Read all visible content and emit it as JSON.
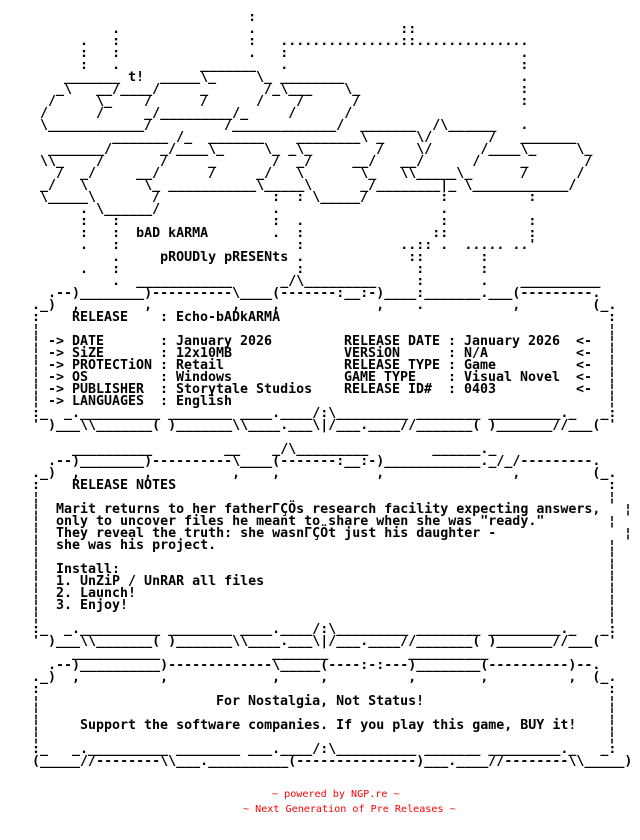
{
  "art": {
    "lines": [
      "",
      "                               :",
      "              .                .                  ::",
      "          .   :                :   ...............::..............",
      "          :   :                .   :                             .",
      "          :   .          _______   .                             :",
      "        _______ t!  _____\\_     \\_ ________                      .",
      "       _\\   __/____/     _       /_\\___    \\_                    :",
      "      /     \\_    /      /      /    /      /                    :",
      "     /      /     _/_________/_     /      /",
      "     \\____________/         /_____________/  _______  /\\______   .",
      "              _______ /_  _______    ________\\ _    \\/       /   _______",
      "      _______/      _/____\\_     \\_ _\\_        /    \\/      /____\\_     \\_",
      "     \\\\_    /       /     _       /  _/     __/   __/      /     _       /",
      "       /  _/     __/      /     _/   \\       \\_   \\\\_____\\_      /      /",
      "     _/   \\       \\_ ___________\\_____\\      _/________|_ \\____________/",
      "     \\_____\\       /              :  : \\_____/         :          :",
      "          . \\______/              .                    .",
      "          :   :                   :  .                 :          :",
      "          :   :  bAD kARMA        .  :                ::          :",
      "          .   :                      :            ..:: .  ..... ..'",
      "              .     pROUDly pRESENts .             ::       :",
      "          .   :                      :              :       :",
      "              .  ____________      _/\\_________     :       .    __________",
      "      .--)________)----------\\____(-------:__:-)____:_______.___(---------.",
      "    ._)  ,        ,          ,    ,            ,    .           ,         (_.",
      "",
      "",
      "",
      "",
      "",
      "",
      "",
      "",
      "    :_  _.__________ ________ ____.____/:\\_________ ________ _________._   _:",
      "    ' )___\\\\_______( )_______\\\\____.___\\|/___.____//_______( )_______//___( '",
      "",
      "         __________         __    _/\\_________        ______._",
      "      .--)________)----------\\____(-------:__:-)____________._/_/---------.",
      "    ._)  ,        ,          ,    ,            ,                ,         (_.",
      "",
      "",
      "",
      "",
      "",
      "",
      "",
      "",
      "",
      "",
      "",
      "",
      "    :_  _.__________ ________ ____.____/:\\_________ ________ _________._   _:",
      "    ' )___\\\\_______( )_______\\\\____.___\\|/___.____//_______( )_______//___( '",
      "         ___________              _______          __________",
      "      .--)__________)-------------\\_____(----:-:---)________(----------)--.",
      "    ._)  ,          ,             ,     ,          ,        ,          ,  (_.",
      "",
      "",
      "",
      "",
      "",
      "    :_   _.__________ ________ ___.____/:\\__________ _______ _________._   _:",
      "    (_____//--------\\\\___.__________(---------------)___.____//--------\\\\_____)"
    ]
  },
  "release_box": {
    "side_left": [
      ":",
      "¦",
      "¦",
      "¦",
      "¦",
      "¦",
      "¦",
      "¦"
    ],
    "side_right": [
      ":",
      "¦",
      "¦",
      "¦",
      "¦",
      "¦",
      "¦",
      "¦"
    ],
    "title_label": "RELEASE",
    "title_value": "Echo-bADkARMA",
    "separator": ":",
    "arrow_in": "->",
    "arrow_out": "<-",
    "left": [
      {
        "label": "DATE",
        "value": "January 2026"
      },
      {
        "label": "SiZE",
        "value": "12x10MB"
      },
      {
        "label": "PROTECTiON",
        "value": "Retail"
      },
      {
        "label": "OS",
        "value": "Windows"
      },
      {
        "label": "PUBLISHER",
        "value": "Storytale Studios"
      },
      {
        "label": "LANGUAGES",
        "value": "English"
      }
    ],
    "right": [
      {
        "label": "RELEASE DATE",
        "value": "January 2026"
      },
      {
        "label": "VERSiON",
        "value": "N/A"
      },
      {
        "label": "RELEASE TYPE",
        "value": "Game"
      },
      {
        "label": "GAME TYPE",
        "value": "Visual Novel"
      },
      {
        "label": "RELEASE ID#",
        "value": "0403"
      }
    ]
  },
  "notes_box": {
    "side_left": [
      ":",
      "¦",
      "¦",
      "¦",
      "¦",
      "¦",
      "¦",
      "¦",
      "¦",
      "¦",
      "¦",
      "¦"
    ],
    "side_right": [
      ":",
      "¦",
      "¦",
      "¦",
      "¦",
      "¦",
      "¦",
      "¦",
      "¦",
      "¦",
      "¦",
      "¦"
    ],
    "title": "RELEASE NOTES",
    "story": [
      "Marit returns to her fatherΓÇÖs research facility expecting answers,",
      "only to uncover files he meant to share when she was \"ready.\"",
      "They reveal the truth: she wasnΓÇÖt just his daughter -",
      "she was his project."
    ],
    "install_title": "Install:",
    "install_steps": [
      "1. UnZiP / UnRAR all files",
      "2. Launch!",
      "3. Enjoy!"
    ]
  },
  "footer_box": {
    "side_left": [
      ":",
      "¦",
      "¦",
      "¦",
      "¦"
    ],
    "side_right": [
      ":",
      "¦",
      "¦",
      "¦",
      "¦"
    ],
    "slogan": "For Nostalgia, Not Status!",
    "support": "Support the software companies. If you play this game, BUY it!"
  },
  "credits": {
    "powered_by": "~ powered by NGP.re ~",
    "tagline": "~ Next Generation of Pre Releases ~",
    "color": "#ff0000"
  }
}
